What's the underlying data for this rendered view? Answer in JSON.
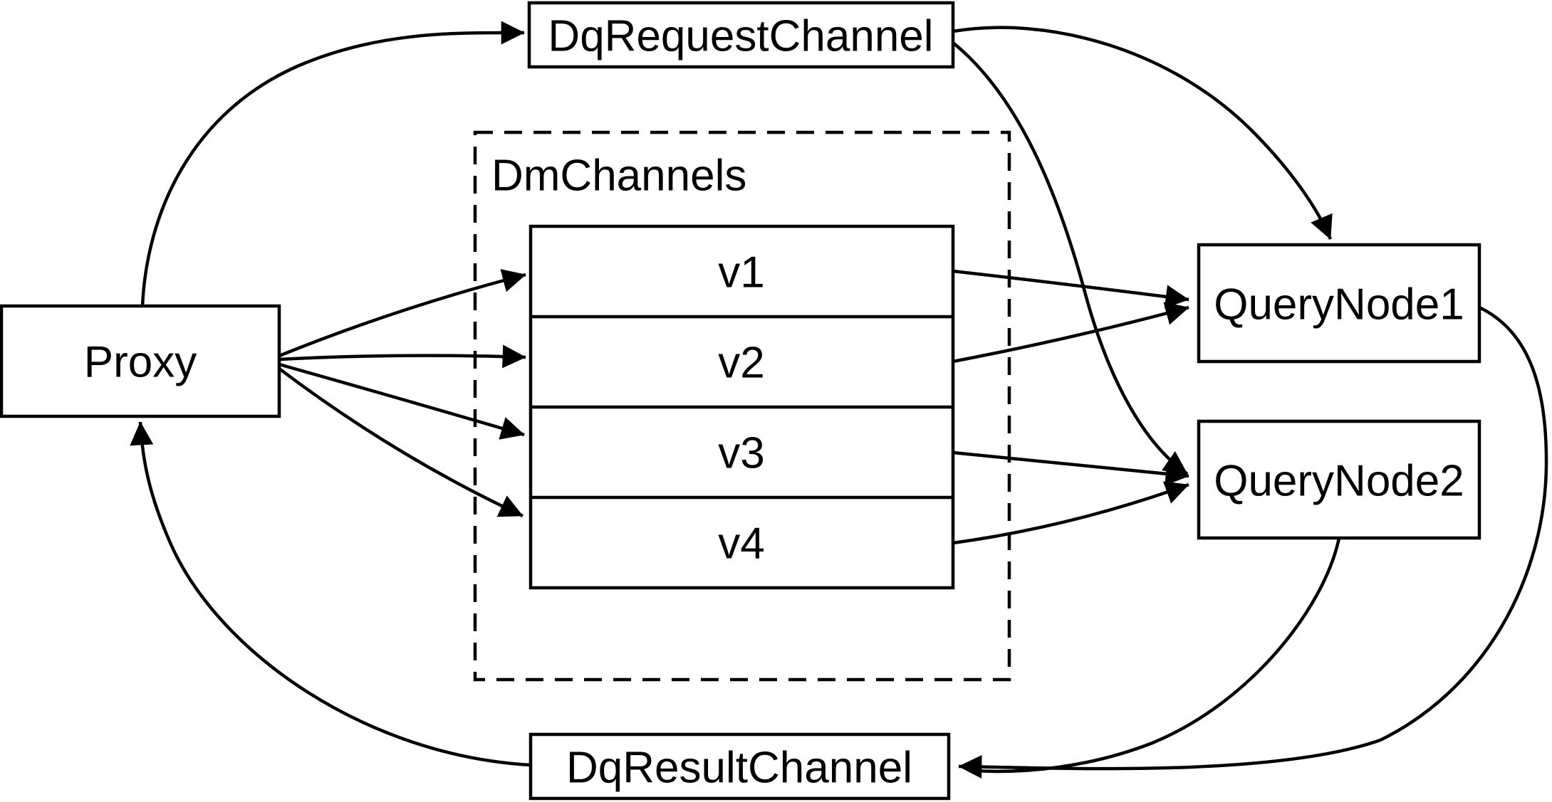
{
  "colors": {
    "ink": "#000000",
    "paper": "#ffffff"
  },
  "diagram": {
    "nodes": {
      "proxy": {
        "label": "Proxy"
      },
      "dq_request_channel": {
        "label": "DqRequestChannel"
      },
      "dm_channels": {
        "label": "DmChannels",
        "channels": [
          {
            "label": "v1"
          },
          {
            "label": "v2"
          },
          {
            "label": "v3"
          },
          {
            "label": "v4"
          }
        ]
      },
      "query_node_1": {
        "label": "QueryNode1"
      },
      "query_node_2": {
        "label": "QueryNode2"
      },
      "dq_result_channel": {
        "label": "DqResultChannel"
      }
    }
  }
}
